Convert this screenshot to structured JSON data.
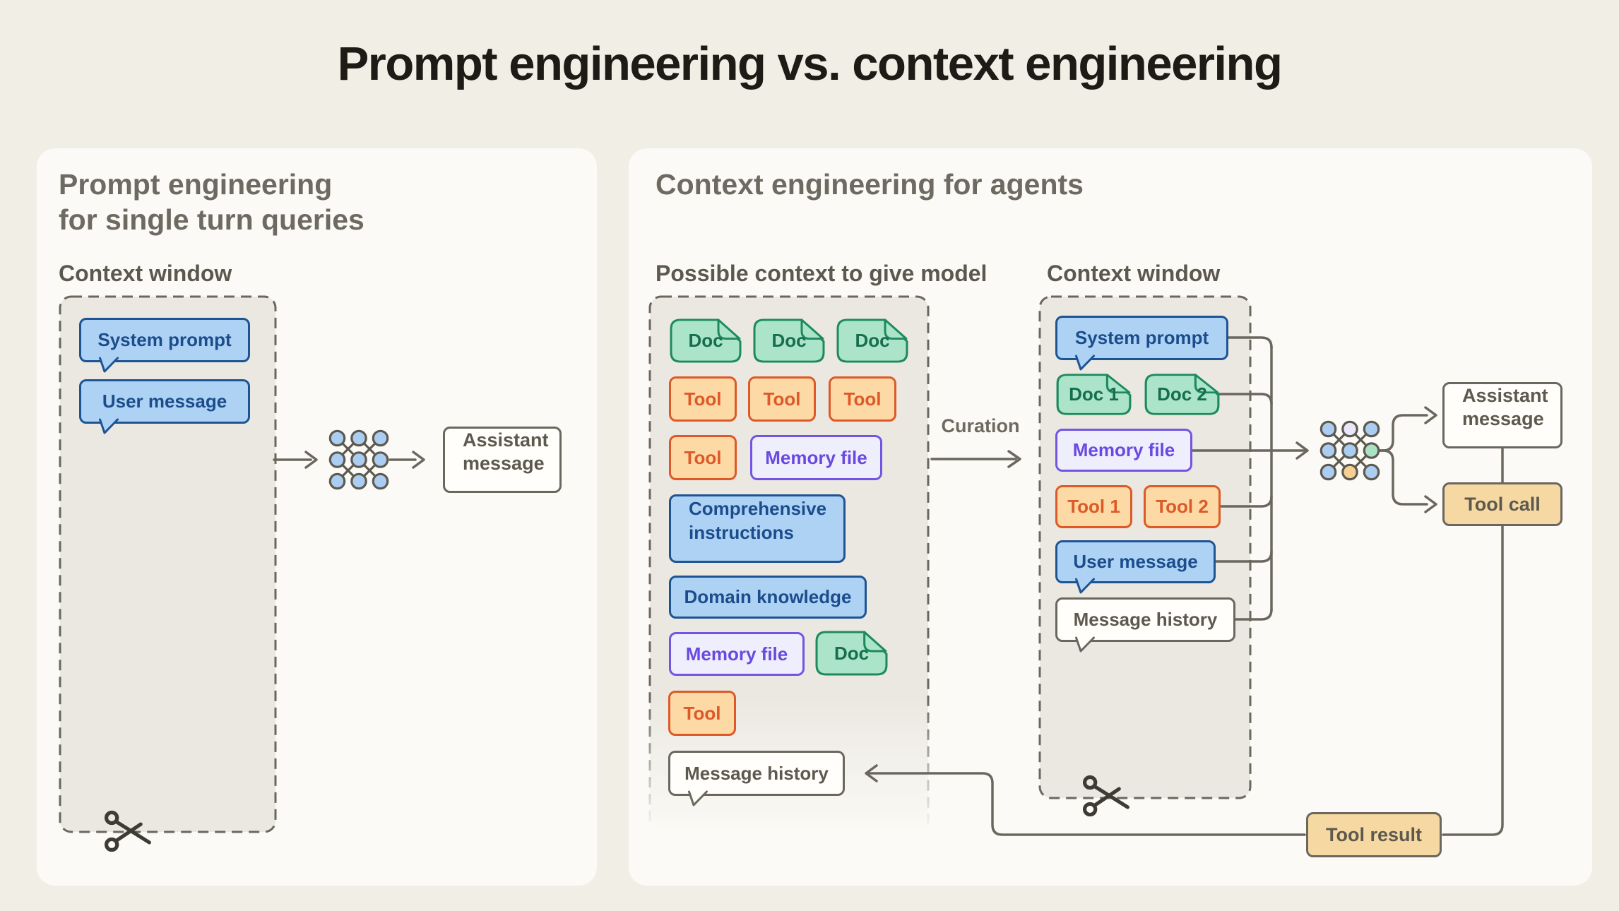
{
  "title": "Prompt engineering vs. context engineering",
  "colors": {
    "page_bg": "#f0eee5",
    "panel_bg": "#fbfaf6",
    "dashed_box_fill": "#eae8e0",
    "outline_gray": "#6b675f",
    "blue_fill": "#aed2f4",
    "blue_border": "#1e5494",
    "green_fill": "#abe4c8",
    "green_border": "#1d8a5e",
    "orange_fill": "#fcd9a5",
    "orange_border": "#dd5a28",
    "purple_fill": "#efeefc",
    "purple_border": "#7355e4",
    "tan_fill": "#f6d9a2",
    "net_node_blue": "#accdf2",
    "net_node_lavender": "#ebe7fa",
    "net_node_green": "#a9e2c4",
    "net_node_orange": "#f6cf94"
  },
  "left_panel": {
    "heading_line1": "Prompt engineering",
    "heading_line2": "for single turn queries",
    "context_window_label": "Context window",
    "system_prompt_label": "System prompt",
    "user_message_label": "User message",
    "assistant_message_line1": "Assistant",
    "assistant_message_line2": "message"
  },
  "right_panel": {
    "heading": "Context engineering for agents",
    "possible_context_label": "Possible context to give model",
    "context_window_label": "Context window",
    "curation_label": "Curation",
    "possible_context": {
      "docs_row": [
        "Doc",
        "Doc",
        "Doc"
      ],
      "tools_row": [
        "Tool",
        "Tool",
        "Tool"
      ],
      "tool_single": "Tool",
      "memory_file_a": "Memory file",
      "comprehensive_line1": "Comprehensive",
      "comprehensive_line2": "instructions",
      "domain_knowledge": "Domain knowledge",
      "memory_file_b": "Memory file",
      "doc_single": "Doc",
      "tool_bottom": "Tool",
      "message_history": "Message history"
    },
    "context_window": {
      "system_prompt": "System prompt",
      "doc_1": "Doc 1",
      "doc_2": "Doc 2",
      "memory_file": "Memory file",
      "tool_1": "Tool 1",
      "tool_2": "Tool 2",
      "user_message": "User message",
      "message_history": "Message history"
    },
    "outputs": {
      "assistant_message_line1": "Assistant",
      "assistant_message_line2": "message",
      "tool_call": "Tool call",
      "tool_result": "Tool result"
    }
  }
}
